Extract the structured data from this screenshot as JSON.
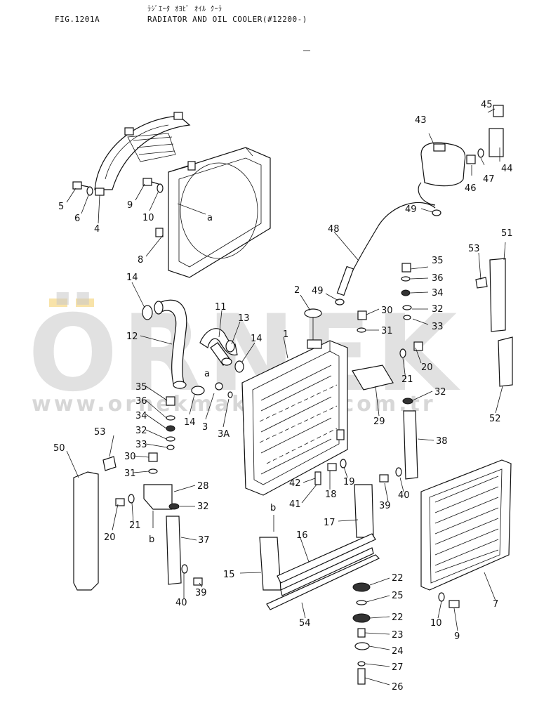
{
  "header": {
    "fig_label": "FIG.1201A",
    "title_jp": "ﾗｼﾞｴｰﾀ ｵﾖﾋﾞ ｵｲﾙ ｸｰﾗ",
    "title_en": "RADIATOR AND OIL COOLER(#12200-)"
  },
  "watermark": {
    "brand": "ÖRNEK",
    "url": "www.ornekmakinalar.com.tr",
    "accent_color": "#f0c040",
    "gray_color": "#c9c9c9"
  },
  "callouts": [
    {
      "label": "1"
    },
    {
      "label": "2"
    },
    {
      "label": "3"
    },
    {
      "label": "3A"
    },
    {
      "label": "4"
    },
    {
      "label": "5"
    },
    {
      "label": "6"
    },
    {
      "label": "7"
    },
    {
      "label": "8"
    },
    {
      "label": "9"
    },
    {
      "label": "10"
    },
    {
      "label": "11"
    },
    {
      "label": "12"
    },
    {
      "label": "13"
    },
    {
      "label": "14"
    },
    {
      "label": "14"
    },
    {
      "label": "14"
    },
    {
      "label": "15"
    },
    {
      "label": "16"
    },
    {
      "label": "17"
    },
    {
      "label": "18"
    },
    {
      "label": "19"
    },
    {
      "label": "20"
    },
    {
      "label": "20"
    },
    {
      "label": "21"
    },
    {
      "label": "21"
    },
    {
      "label": "22"
    },
    {
      "label": "22"
    },
    {
      "label": "23"
    },
    {
      "label": "24"
    },
    {
      "label": "25"
    },
    {
      "label": "26"
    },
    {
      "label": "27"
    },
    {
      "label": "28"
    },
    {
      "label": "29"
    },
    {
      "label": "30"
    },
    {
      "label": "30"
    },
    {
      "label": "31"
    },
    {
      "label": "31"
    },
    {
      "label": "32"
    },
    {
      "label": "32"
    },
    {
      "label": "32"
    },
    {
      "label": "32"
    },
    {
      "label": "33"
    },
    {
      "label": "33"
    },
    {
      "label": "34"
    },
    {
      "label": "34"
    },
    {
      "label": "35"
    },
    {
      "label": "35"
    },
    {
      "label": "36"
    },
    {
      "label": "36"
    },
    {
      "label": "37"
    },
    {
      "label": "38"
    },
    {
      "label": "39"
    },
    {
      "label": "39"
    },
    {
      "label": "40"
    },
    {
      "label": "40"
    },
    {
      "label": "41"
    },
    {
      "label": "42"
    },
    {
      "label": "43"
    },
    {
      "label": "44"
    },
    {
      "label": "45"
    },
    {
      "label": "46"
    },
    {
      "label": "47"
    },
    {
      "label": "48"
    },
    {
      "label": "49"
    },
    {
      "label": "49"
    },
    {
      "label": "50"
    },
    {
      "label": "51"
    },
    {
      "label": "52"
    },
    {
      "label": "53"
    },
    {
      "label": "53"
    },
    {
      "label": "54"
    },
    {
      "label": "10"
    },
    {
      "label": "9"
    },
    {
      "label": "a"
    },
    {
      "label": "a"
    },
    {
      "label": "b"
    },
    {
      "label": "b"
    }
  ]
}
